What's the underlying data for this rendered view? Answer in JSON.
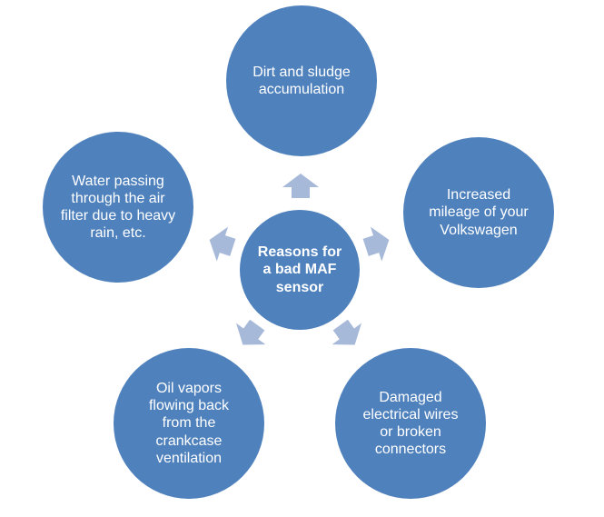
{
  "colors": {
    "circle_fill": "#4f81bd",
    "arrow_fill": "#a7b9d9",
    "text": "#ffffff",
    "background": "#ffffff"
  },
  "center": {
    "label": "Reasons for a bad MAF sensor"
  },
  "reasons": [
    {
      "label": "Dirt and sludge accumulation",
      "position": "top"
    },
    {
      "label": "Increased mileage of your Volkswagen",
      "position": "right"
    },
    {
      "label": "Damaged electrical wires or broken connectors",
      "position": "bottom-right"
    },
    {
      "label": "Oil vapors flowing back from the crankcase ventilation",
      "position": "bottom-left"
    },
    {
      "label": "Water passing through the air filter due to heavy rain, etc.",
      "position": "left"
    }
  ],
  "arrows": [
    {
      "direction": "up",
      "points_to": "top"
    },
    {
      "direction": "up-right",
      "points_to": "right"
    },
    {
      "direction": "down-right",
      "points_to": "bottom-right"
    },
    {
      "direction": "down-left",
      "points_to": "bottom-left"
    },
    {
      "direction": "up-left",
      "points_to": "left"
    }
  ]
}
